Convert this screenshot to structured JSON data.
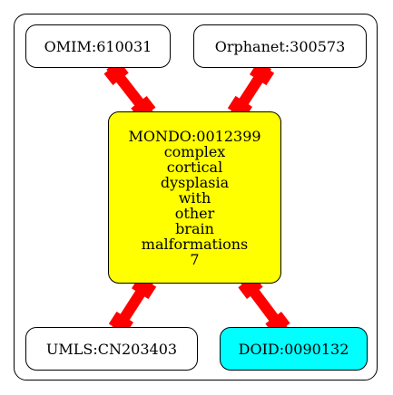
{
  "nodes": {
    "omim": {
      "label": "OMIM:610031",
      "fill": "#ffffff"
    },
    "orphanet": {
      "label": "Orphanet:300573",
      "fill": "#ffffff"
    },
    "mondo": {
      "lines": [
        "MONDO:0012399",
        "complex",
        "cortical",
        "dysplasia",
        "with",
        "other",
        "brain",
        "malformations",
        "7"
      ],
      "fill": "#ffff00"
    },
    "umls": {
      "label": "UMLS:CN203403",
      "fill": "#ffffff"
    },
    "doid": {
      "label": "DOID:0090132",
      "fill": "#00ffff"
    }
  },
  "edges": [
    {
      "from": "omim",
      "to": "mondo"
    },
    {
      "from": "orphanet",
      "to": "mondo"
    },
    {
      "from": "mondo",
      "to": "umls"
    },
    {
      "from": "mondo",
      "to": "doid"
    }
  ],
  "edge_color": "#ff0000"
}
